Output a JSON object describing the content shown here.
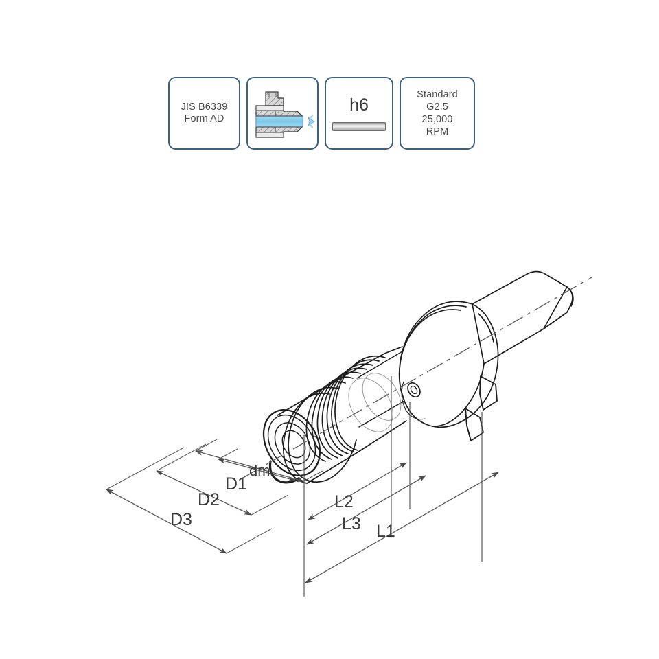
{
  "page": {
    "background_color": "#ffffff",
    "title": "Tool holder technical drawing with specification badges"
  },
  "badges": [
    {
      "id": "standard-badge",
      "kind": "text",
      "text": "JIS B6339\nForm AD",
      "border_color": "#3d5f80"
    },
    {
      "id": "coolant-badge",
      "kind": "illustration",
      "icon": "coolant-through-section-icon",
      "coolant_color": "#7fc6e8",
      "border_color": "#3d5f80"
    },
    {
      "id": "tolerance-badge",
      "kind": "text-with-icon",
      "text": "h6",
      "icon": "ground-shaft-icon",
      "border_color": "#3d5f80"
    },
    {
      "id": "balance-badge",
      "kind": "text",
      "text": "Standard\nG2.5\n25,000\nRPM",
      "border_color": "#3d5f80"
    }
  ],
  "drawing": {
    "type": "isometric-line-drawing",
    "subject": "collet chuck tool holder with tapered shank and flange",
    "line_color": "#1e1e1e",
    "dimension_line_color": "#555555",
    "dimensions": {
      "diameters": [
        {
          "label": "dm",
          "desc": "collet bore diameter"
        },
        {
          "label": "D1",
          "desc": "nose diameter"
        },
        {
          "label": "D2",
          "desc": "body diameter"
        },
        {
          "label": "D3",
          "desc": "flange diameter"
        }
      ],
      "lengths": [
        {
          "label": "L1",
          "desc": "overall gauge length"
        },
        {
          "label": "L2",
          "desc": "nose projection length"
        },
        {
          "label": "L3",
          "desc": "intermediate length"
        }
      ]
    }
  }
}
